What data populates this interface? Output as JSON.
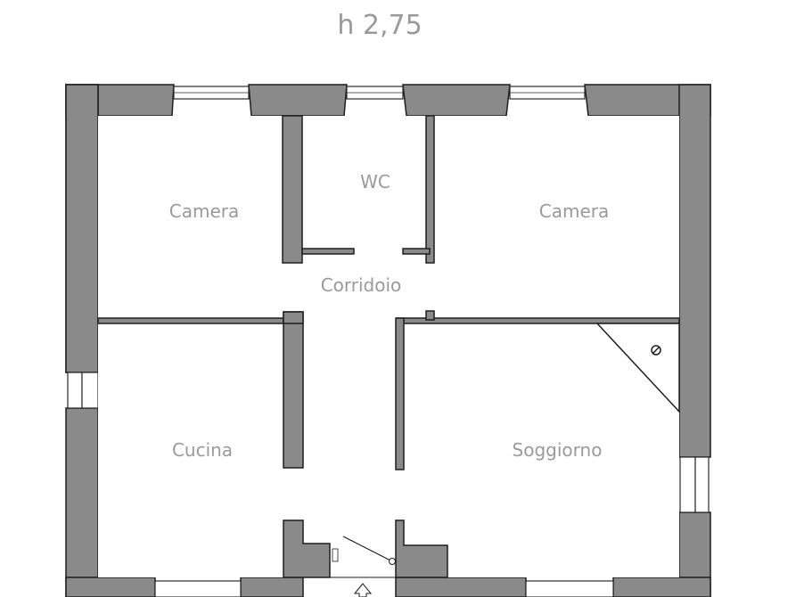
{
  "header": {
    "title_partial": "",
    "height_label": "h 2,75"
  },
  "rooms": {
    "camera_left": "Camera",
    "wc": "WC",
    "camera_right": "Camera",
    "corridoio": "Corridoio",
    "cucina": "Cucina",
    "soggiorno": "Soggiorno"
  },
  "colors": {
    "wall_fill": "#8a8a8a",
    "wall_outline": "#1e1e1e",
    "label_text": "#9a9a9a",
    "background": "#ffffff"
  },
  "icons": {
    "entrance": "up-arrow-icon",
    "chimney": "slashed-circle-icon"
  }
}
